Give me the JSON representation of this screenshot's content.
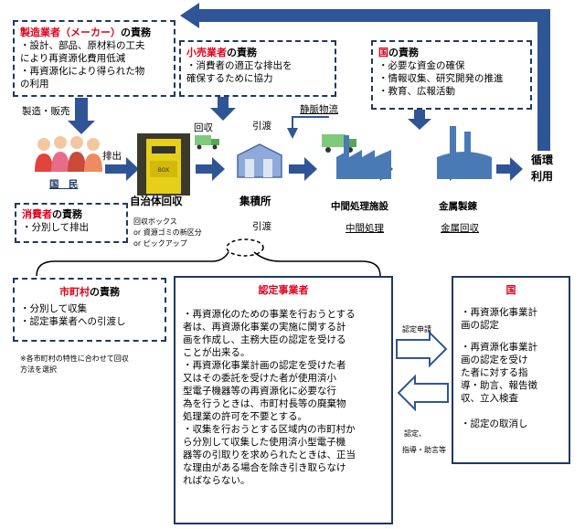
{
  "maker": {
    "title_red": "製造業者（メーカー）",
    "title_suffix": "の責務",
    "lines": [
      "・設計、部品、原材料の工夫",
      "により再資源化費用低減",
      "・再資源化により得られた物",
      "の利用"
    ]
  },
  "retailer": {
    "title_red": "小売業者",
    "title_suffix": "の責務",
    "lines": [
      "・消費者の適正な排出を",
      "確保するために協力"
    ]
  },
  "country_top": {
    "title_red": "国",
    "title_suffix": "の責務",
    "lines": [
      "・必要な資金の確保",
      "・情報収集、研究開発の推進",
      "・教育、広報活動"
    ]
  },
  "flow": {
    "seizo_hanbai": "製造・販売",
    "haishutsu": "排出",
    "kaishu": "回収",
    "hikiwatashi_top": "引渡",
    "jomyaku": "静脈物流",
    "kokumin": "国　民",
    "jichitai": "自治体回収",
    "shusekijo": "集積所",
    "chukan_shisetsu": "中間処理施設",
    "kinzoku_seiren": "金属製錬",
    "junkan_1": "循環",
    "junkan_2": "利用",
    "hikiwatashi_bottom": "引渡",
    "chukan_shori": "中間処理",
    "kinzoku_kaishu": "金属回収",
    "methods": [
      "回収ボックス",
      "or 資源ゴミの新区分",
      "or ピックアップ"
    ]
  },
  "consumer": {
    "title_red": "消費者",
    "title_suffix": "の責務",
    "lines": [
      "・分別して排出"
    ]
  },
  "municipality": {
    "title_red": "市町村",
    "title_suffix": "の責務",
    "lines": [
      "・分別して収集",
      "・認定事業者への引渡し"
    ],
    "note": [
      "※各市町村の特性に合わせて回収",
      "方法を選択"
    ]
  },
  "certified": {
    "title": "認定事業者",
    "paragraphs": [
      [
        "・再資源化のための事業を行おうとする",
        "者は、再資源化事業の実施に関する計",
        "画を作成し、主務大臣の認定を受ける",
        "ことが出来る。"
      ],
      [
        "・再資源化事業計画の認定を受けた者",
        "又はその委託を受けた者が使用済小",
        "型電子機器等の再資源化に必要な行",
        "為を行うときは、市町村長等の廃棄物",
        "処理業の許可を不要とする。"
      ],
      [
        "・収集を行おうとする区域内の市町村か",
        "ら分別して収集した使用済小型電子機",
        "器等の引取りを求められたときは、正当",
        "な理由がある場合を除き引き取らなけ",
        "ればならない。"
      ]
    ]
  },
  "arrows": {
    "nintei_shinsei": "認定申請",
    "nintei_2a": "認定、",
    "nintei_2b": "指導・助言等"
  },
  "country_right": {
    "title": "国",
    "paragraphs": [
      [
        "・再資源化事業計",
        "画の認定"
      ],
      [
        "・再資源化事業計",
        "画の認定を受け",
        "た者に対する指",
        "導・助言、報告徴",
        "収、立入検査"
      ],
      [
        "・認定の取消し"
      ]
    ]
  },
  "colors": {
    "frame": "#1f3864",
    "arrow": "#2f5597",
    "title_red": "#e0001b",
    "factory": "#4a7ab5",
    "truck": "#7fc97a"
  }
}
